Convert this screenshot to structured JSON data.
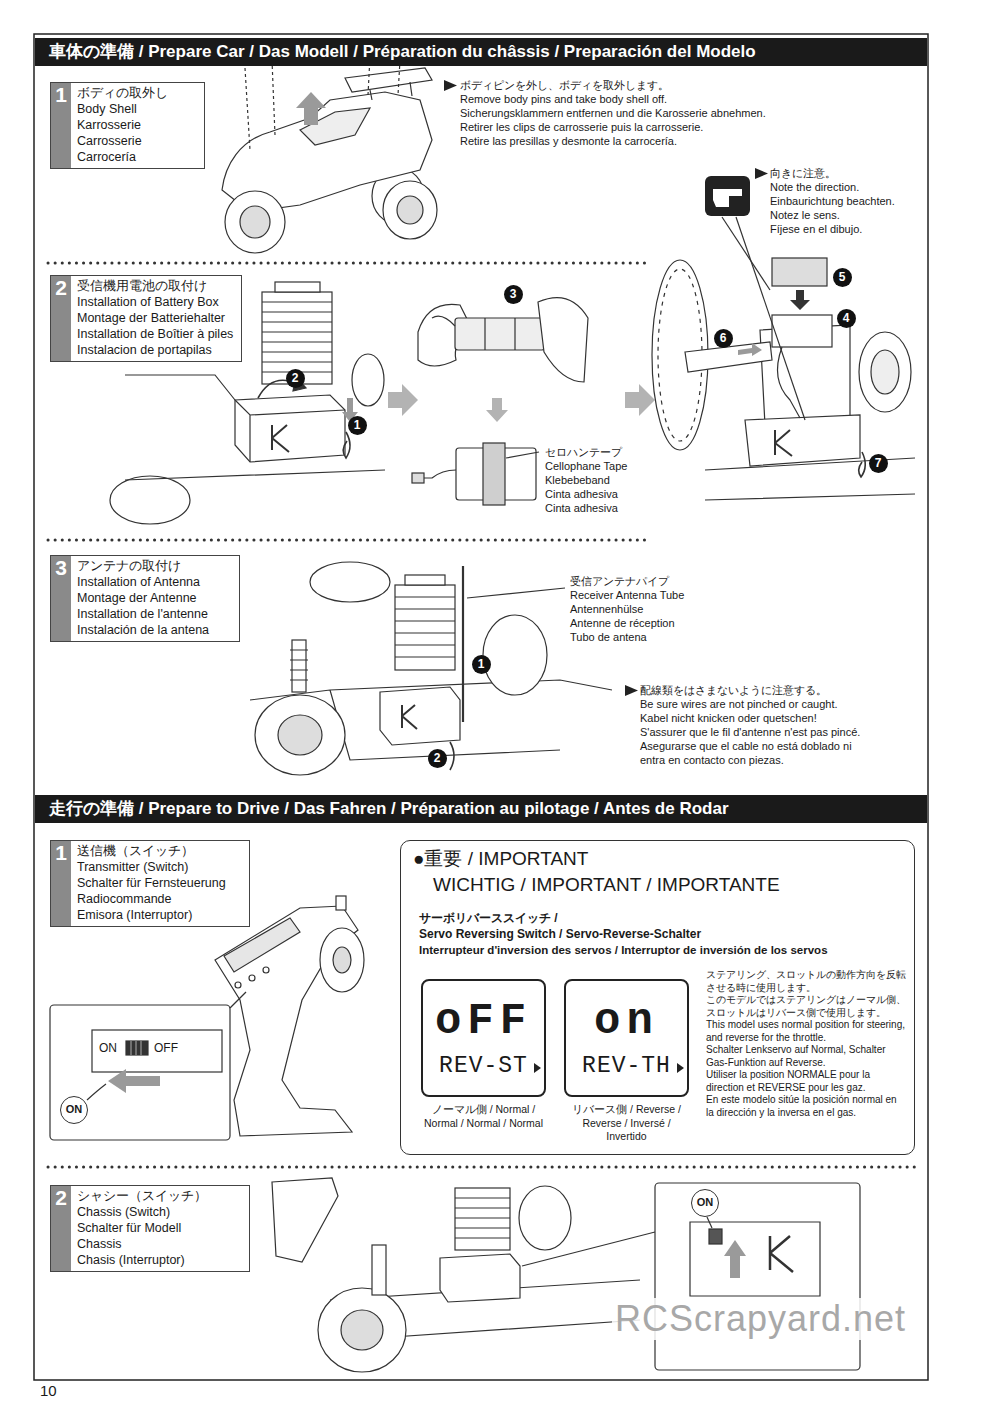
{
  "diagram": {
    "nodes": [
      {
        "text": [
          "車体の準備 / Prepare Car / Das Modell / Préparation du châssis / Preparación del Modelo"
        ]
      },
      {
        "text": [
          "1",
          "ボディの取外し",
          "Body Shell",
          "Karrosserie",
          "Carrosserie",
          "Carrocería"
        ]
      },
      {
        "text": [
          "2",
          "受信機用電池の取付け",
          "Installation of Battery Box",
          "Montage der Batteriehalter",
          "Installation de Boîtier à piles",
          "Instalacion de portapilas"
        ]
      },
      {
        "text": [
          "3",
          "アンテナの取付け",
          "Installation of Antenna",
          "Montage der Antenne",
          "Installation de l'antenne",
          "Instalación de la antena"
        ]
      },
      {
        "text": [
          "走行の準備 / Prepare to Drive / Das Fahren / Préparation au pilotage / Antes de Rodar"
        ]
      },
      {
        "text": [
          "1",
          "送信機（スイッチ）",
          "Transmitter (Switch)",
          "Schalter für Fernsteuerung",
          "Radiocommande",
          "Emisora (Interruptor)"
        ]
      },
      {
        "text": [
          "●重要 / IMPORTANT",
          "WICHTIG / IMPORTANT / IMPORTANTE",
          "サーボリバーススイッチ /",
          "Servo Reversing Switch / Servo-Reverse-Schalter",
          "Interrupteur d'inversion des servos / Interruptor de inversión de los servos",
          "ノーマル側 / Normal / Normal / Normal / Normal",
          "リバース側 / Reverse / Reverse / Inversé / Invertido",
          "ステアリング、スロットルの動作方向を反転させる時に使用します。",
          "このモデルではステアリングはノーマル側、スロットルはリバース側で使用します。",
          "This model uses normal position for steering, and reverse for the throttle.",
          "Schalter Lenkservo auf Normal, Schalter Gas-Funktion auf Reverse.",
          "Utiliser la position NORMALE pour la direction et REVERSE pour les gaz.",
          "En este modelo sitúe la posición normal en la dirección y la inversa en el gas."
        ]
      },
      {
        "text": [
          "oFF",
          "REV-ST"
        ],
        "in": 6
      },
      {
        "text": [
          "on",
          "REV-TH"
        ],
        "in": 6
      },
      {
        "text": [
          "2",
          "シャシー（スイッチ）",
          "Chassis (Switch)",
          "Schalter für Modell",
          "Chassis",
          "Chasis (Interruptor)"
        ]
      }
    ],
    "labels": [
      "ボディピンを外し、ボディを取外します。",
      "Remove body pins and take body shell off.",
      "Sicherungsklammern entfernen und die Karosserie abnehmen.",
      "Retirer les clips de carrosserie puis la carrosserie.",
      "Retire las presillas y desmonte la carrocería.",
      "向きに注意。",
      "Note the direction.",
      "Einbaurichtung beachten.",
      "Notez le sens.",
      "Fíjese en el dibujo.",
      "2",
      "1",
      "3",
      "セロハンテープ",
      "Cellophane Tape",
      "Klebebeband",
      "Cinta adhesiva",
      "Cinta adhesiva",
      "5",
      "4",
      "6",
      "7",
      "受信アンテナパイプ",
      "Receiver Antenna Tube",
      "Antennenhülse",
      "Antenne de réception",
      "Tubo de antena",
      "1",
      "2",
      "配線類をはさまないように注意する。",
      "Be sure wires are not pinched or caught.",
      "Kabel nicht knicken oder quetschen!",
      "S'assurer que le fil d'antenne n'est pas pincé.",
      "Asegurarse que el cable no está doblado ni entra en contacto con piezas.",
      "ON",
      "OFF",
      "ON",
      "ON",
      "10",
      "RCScrapyard.net"
    ]
  }
}
